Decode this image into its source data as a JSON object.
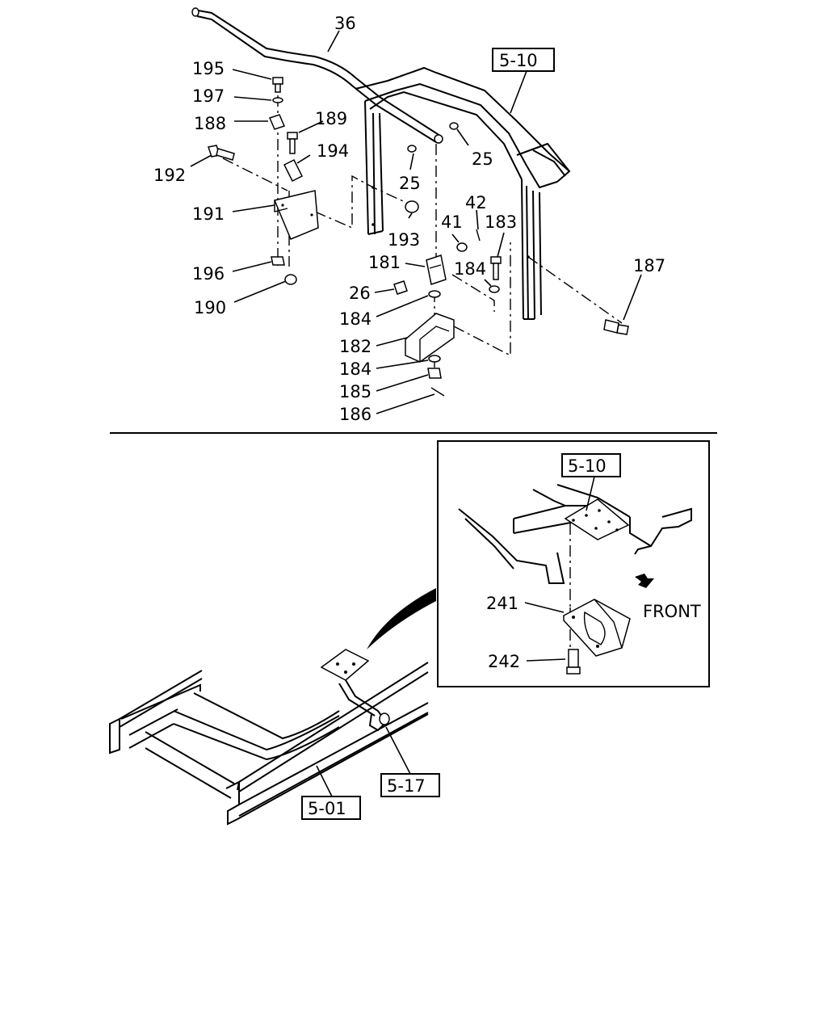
{
  "callouts_top": {
    "c36": "36",
    "c195": "195",
    "c197": "197",
    "c188": "188",
    "c189": "189",
    "c194": "194",
    "c192": "192",
    "c191": "191",
    "c196": "196",
    "c190": "190",
    "c193": "193",
    "c25a": "25",
    "c25b": "25",
    "c42": "42",
    "c41": "41",
    "c183": "183",
    "c181": "181",
    "c184a": "184",
    "c26": "26",
    "c184b": "184",
    "c182": "182",
    "c184c": "184",
    "c185": "185",
    "c186": "186",
    "c187": "187"
  },
  "refs": {
    "r510_top": "5-10",
    "r510_inset": "5-10",
    "r517": "5-17",
    "r501": "5-01"
  },
  "inset": {
    "c241": "241",
    "c242": "242",
    "front_label": "FRONT"
  }
}
